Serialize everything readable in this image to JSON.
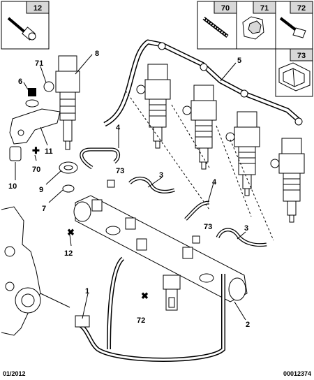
{
  "header_boxes": [
    {
      "number": "12",
      "icon": "screw-icon"
    },
    {
      "number": "70",
      "icon": "bolt-icon"
    },
    {
      "number": "71",
      "icon": "nut-icon"
    },
    {
      "number": "72",
      "icon": "screw-icon"
    },
    {
      "number": "73",
      "icon": "clip-icon"
    }
  ],
  "callouts": {
    "c8": "8",
    "c71": "71",
    "c6": "6",
    "c11": "11",
    "c70": "70",
    "c10": "10",
    "c9": "9",
    "c7": "7",
    "c5": "5",
    "c4a": "4",
    "c73a": "73",
    "c3a": "3",
    "c4b": "4",
    "c73b": "73",
    "c3b": "3",
    "c12": "12",
    "c1": "1",
    "c72": "72",
    "c2": "2"
  },
  "footer": {
    "date": "01/2012",
    "reference": "00012374"
  },
  "colors": {
    "line": "#000000",
    "background": "#ffffff",
    "shade": "#d8d8d8"
  }
}
